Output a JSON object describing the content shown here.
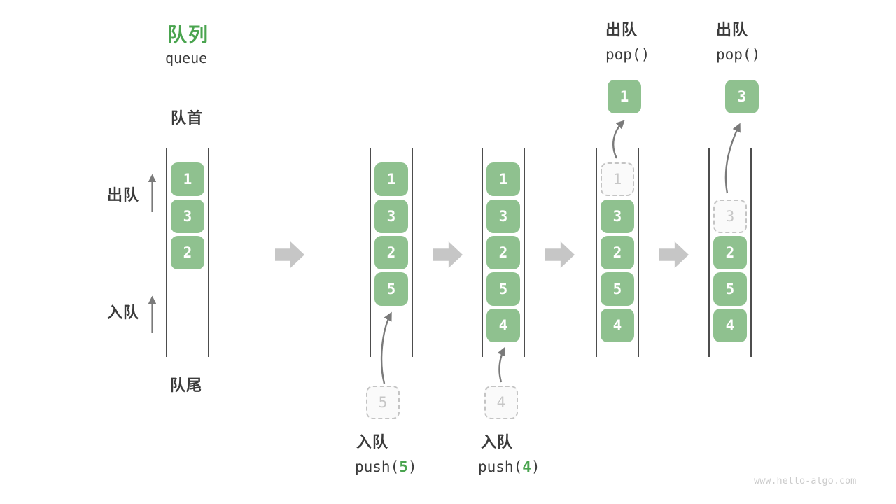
{
  "title": {
    "zh": "队列",
    "en": "queue"
  },
  "side_labels": {
    "front": "队首",
    "rear": "队尾",
    "dequeue": "出队",
    "enqueue": "入队"
  },
  "columns": [
    {
      "slots": [
        {
          "value": "1"
        },
        {
          "value": "3"
        },
        {
          "value": "2"
        }
      ]
    },
    {
      "slots": [
        {
          "value": "1"
        },
        {
          "value": "3"
        },
        {
          "value": "2"
        },
        {
          "value": "5"
        }
      ],
      "incoming": {
        "value": "5"
      }
    },
    {
      "slots": [
        {
          "value": "1"
        },
        {
          "value": "3"
        },
        {
          "value": "2"
        },
        {
          "value": "5"
        },
        {
          "value": "4"
        }
      ],
      "incoming": {
        "value": "4"
      }
    },
    {
      "slots": [
        {
          "value": "1",
          "ghost": true
        },
        {
          "value": "3"
        },
        {
          "value": "2"
        },
        {
          "value": "5"
        },
        {
          "value": "4"
        }
      ],
      "popped": {
        "value": "1"
      }
    },
    {
      "slots": [
        {
          "value": "3",
          "ghost": true
        },
        {
          "value": "2"
        },
        {
          "value": "5"
        },
        {
          "value": "4"
        }
      ],
      "popped": {
        "value": "3"
      }
    }
  ],
  "operations": {
    "push5": {
      "label": "入队",
      "fn": "push(",
      "arg": "5",
      "close": ")"
    },
    "push4": {
      "label": "入队",
      "fn": "push(",
      "arg": "4",
      "close": ")"
    },
    "pop1": {
      "label": "出队",
      "fn": "pop()"
    },
    "pop3": {
      "label": "出队",
      "fn": "pop()"
    }
  },
  "colors": {
    "green_box": "#8FC18F",
    "green_accent": "#4AA44F",
    "text_dark": "#3B3B3B",
    "thin_arrow": "#7A7A7A",
    "block_arrow": "#C6C6C6",
    "ghost_border": "#C4C4C4"
  },
  "watermark": "www.hello-algo.com"
}
